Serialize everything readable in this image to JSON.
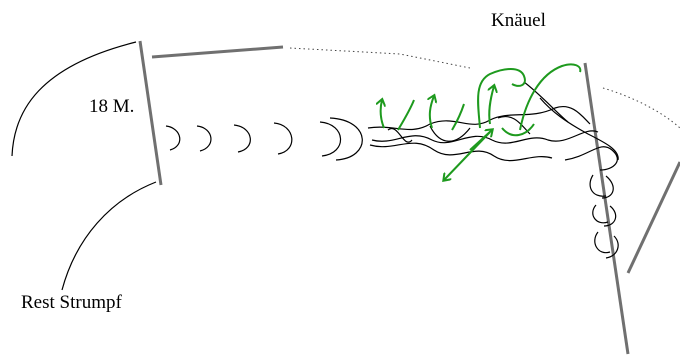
{
  "labels": {
    "knaeuel": "Knäuel",
    "stitch_count": "18 M.",
    "rest": "Rest Strumpf"
  },
  "colors": {
    "needle": "#707070",
    "yarn": "#000000",
    "arrows": "#1e9a1e",
    "dotted": "#444444"
  }
}
